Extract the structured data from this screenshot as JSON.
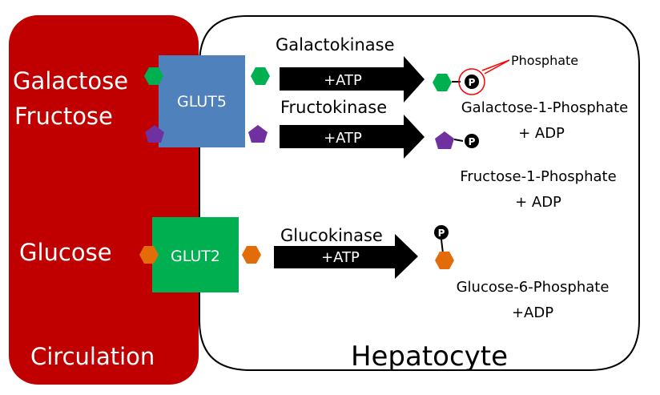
{
  "colors": {
    "circulation": "#c00000",
    "glut5": "#4f81bd",
    "glut2": "#00b050",
    "galactose": "#00b050",
    "fructose": "#7030a0",
    "glucose": "#e36c09",
    "arrow": "#000000",
    "callout": "#ff0000"
  },
  "compartments": {
    "circulation": "Circulation",
    "hepatocyte": "Hepatocyte"
  },
  "sugars": {
    "galactose": "Galactose",
    "fructose": "Fructose",
    "glucose": "Glucose"
  },
  "transporters": {
    "glut5": "GLUT5",
    "glut2": "GLUT2"
  },
  "reactions": [
    {
      "enzyme": "Galactokinase",
      "cofactor": "+ATP",
      "product": "Galactose-1-Phosphate",
      "byproduct": "+ ADP"
    },
    {
      "enzyme": "Fructokinase",
      "cofactor": "+ATP",
      "product": "Fructose-1-Phosphate",
      "byproduct": "+ ADP"
    },
    {
      "enzyme": "Glucokinase",
      "cofactor": "+ATP",
      "product": "Glucose-6-Phosphate",
      "byproduct": "+ADP"
    }
  ],
  "phosphate": {
    "symbol": "P",
    "callout_label": "Phosphate"
  }
}
